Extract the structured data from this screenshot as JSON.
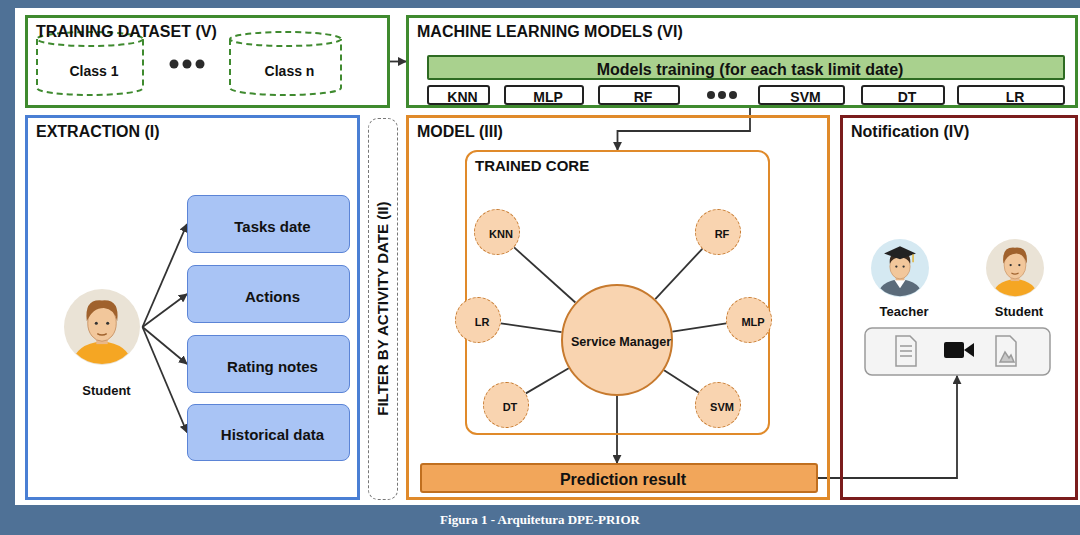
{
  "diagram": {
    "caption": "Figura 1 - Arquitetura DPE-PRIOR",
    "nodes": [
      {
        "text": [
          "TRAINING DATASET (V)"
        ]
      },
      {
        "text": [
          "Class 1"
        ],
        "in": 0
      },
      {
        "text": [
          "Class n"
        ],
        "in": 0
      },
      {
        "text": [
          "MACHINE LEARNING MODELS (VI)"
        ]
      },
      {
        "text": [
          "Models training (for each task limit date)"
        ],
        "in": 3
      },
      {
        "text": [
          "KNN"
        ],
        "in": 3
      },
      {
        "text": [
          "MLP"
        ],
        "in": 3
      },
      {
        "text": [
          "RF"
        ],
        "in": 3
      },
      {
        "text": [
          "SVM"
        ],
        "in": 3
      },
      {
        "text": [
          "DT"
        ],
        "in": 3
      },
      {
        "text": [
          "LR"
        ],
        "in": 3
      },
      {
        "text": [
          "EXTRACTION (I)"
        ]
      },
      {
        "text": [
          "Student"
        ],
        "in": 11
      },
      {
        "text": [
          "Tasks date"
        ],
        "in": 11
      },
      {
        "text": [
          "Actions"
        ],
        "in": 11
      },
      {
        "text": [
          "Rating notes"
        ],
        "in": 11
      },
      {
        "text": [
          "Historical data"
        ],
        "in": 11
      },
      {
        "text": [
          "FILTER BY ACTIVITY DATE (II)"
        ]
      },
      {
        "text": [
          "MODEL (III)"
        ]
      },
      {
        "text": [
          "TRAINED CORE"
        ],
        "in": 18
      },
      {
        "text": [
          "Service Manager"
        ],
        "in": 19
      },
      {
        "text": [
          "KNN"
        ],
        "in": 19
      },
      {
        "text": [
          "RF"
        ],
        "in": 19
      },
      {
        "text": [
          "LR"
        ],
        "in": 19
      },
      {
        "text": [
          "MLP"
        ],
        "in": 19
      },
      {
        "text": [
          "DT"
        ],
        "in": 19
      },
      {
        "text": [
          "SVM"
        ],
        "in": 19
      },
      {
        "text": [
          "Prediction result"
        ],
        "in": 18
      },
      {
        "text": [
          "Notification (IV)"
        ]
      },
      {
        "text": [
          "Teacher"
        ],
        "in": 28
      },
      {
        "text": [
          "Student"
        ],
        "in": 28
      }
    ],
    "edges": [
      {
        "from": 0,
        "to": 3,
        "arrow": "to"
      },
      {
        "from": 3,
        "to": 19,
        "arrow": "to"
      },
      {
        "from": 12,
        "to": 13,
        "arrow": "to"
      },
      {
        "from": 12,
        "to": 14,
        "arrow": "to"
      },
      {
        "from": 12,
        "to": 15,
        "arrow": "to"
      },
      {
        "from": 12,
        "to": 16,
        "arrow": "to"
      },
      {
        "from": 20,
        "to": 21,
        "arrow": "none"
      },
      {
        "from": 20,
        "to": 22,
        "arrow": "none"
      },
      {
        "from": 20,
        "to": 23,
        "arrow": "none"
      },
      {
        "from": 20,
        "to": 24,
        "arrow": "none"
      },
      {
        "from": 20,
        "to": 25,
        "arrow": "none"
      },
      {
        "from": 20,
        "to": 26,
        "arrow": "none"
      },
      {
        "from": 20,
        "to": 27,
        "arrow": "to"
      },
      {
        "from": 27,
        "to": 28,
        "arrow": "to"
      }
    ]
  }
}
